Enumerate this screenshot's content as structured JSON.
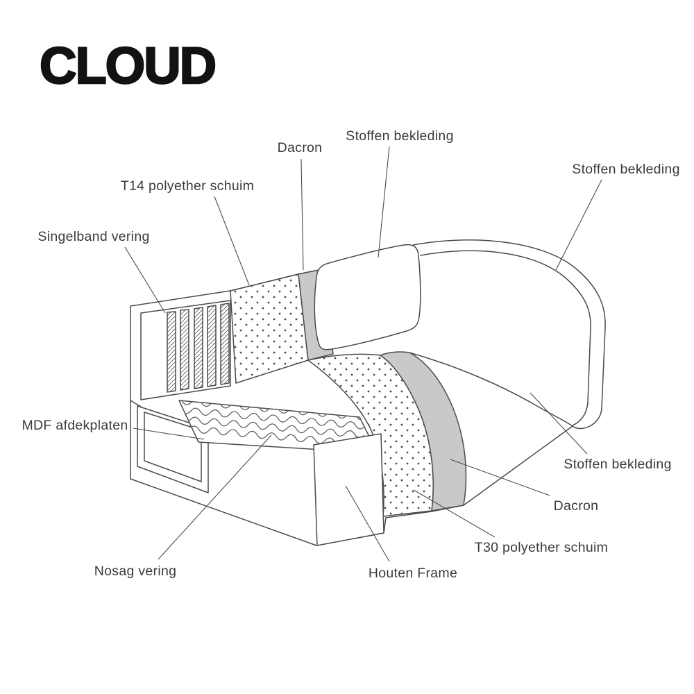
{
  "title": "CLOUD",
  "colors": {
    "line": "#4a4a4a",
    "dacron_fill": "#c9c9c9",
    "label_text": "#3a3a3a",
    "title_text": "#121212",
    "background": "#ffffff"
  },
  "labels": [
    {
      "id": "dacron-back",
      "text": "Dacron"
    },
    {
      "id": "stoffen-bekleding-back",
      "text": "Stoffen bekleding"
    },
    {
      "id": "stoffen-bekleding-arm",
      "text": "Stoffen bekleding"
    },
    {
      "id": "t14-polyether-schuim",
      "text": "T14 polyether schuim"
    },
    {
      "id": "singelband-vering",
      "text": "Singelband vering"
    },
    {
      "id": "mdf-afdekplaten",
      "text": "MDF afdekplaten"
    },
    {
      "id": "nosag-vering",
      "text": "Nosag vering"
    },
    {
      "id": "houten-frame",
      "text": "Houten Frame"
    },
    {
      "id": "t30-polyether-schuim",
      "text": "T30 polyether schuim"
    },
    {
      "id": "dacron-seat",
      "text": "Dacron"
    },
    {
      "id": "stoffen-bekleding-seat",
      "text": "Stoffen bekleding"
    }
  ]
}
